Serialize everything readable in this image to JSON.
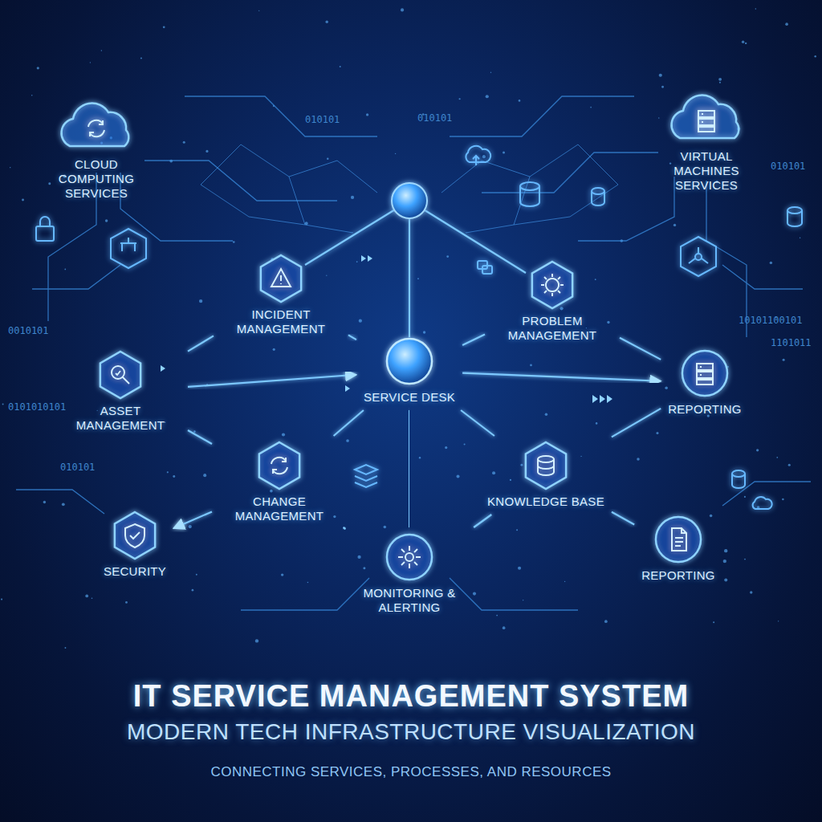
{
  "diagram": {
    "title": "IT SERVICE MANAGEMENT SYSTEM",
    "nodes": [
      {
        "text": [
          "CLOUD COMPUTING SERVICES"
        ]
      },
      {
        "text": [
          "VIRTUAL MACHINES SERVICES"
        ]
      },
      {
        "text": [
          "INCIDENT MANAGEMENT"
        ]
      },
      {
        "text": [
          "PROBLEM MANAGEMENT"
        ]
      },
      {
        "text": [
          "ASSET MANAGEMENT"
        ]
      },
      {
        "text": [
          "SERVICE DESK"
        ]
      },
      {
        "text": [
          "REPORTING"
        ]
      },
      {
        "text": [
          "CHANGE MANAGEMENT"
        ]
      },
      {
        "text": [
          "KNOWLEDGE BASE"
        ]
      },
      {
        "text": [
          "SECURITY"
        ]
      },
      {
        "text": [
          "MONITORING & ALERTING"
        ]
      },
      {
        "text": [
          "REPORTING"
        ]
      }
    ],
    "edges": [
      {
        "from": 4,
        "to": 2,
        "arrow": "none"
      },
      {
        "from": 2,
        "to": 5,
        "arrow": "none"
      },
      {
        "from": 5,
        "to": 3,
        "arrow": "none"
      },
      {
        "from": 3,
        "to": 6,
        "arrow": "none"
      },
      {
        "from": 4,
        "to": 7,
        "arrow": "none"
      },
      {
        "from": 7,
        "to": 10,
        "arrow": "none"
      },
      {
        "from": 10,
        "to": 8,
        "arrow": "none"
      },
      {
        "from": 8,
        "to": 6,
        "arrow": "none"
      },
      {
        "from": 4,
        "to": 5,
        "arrow": "to"
      },
      {
        "from": 5,
        "to": 6,
        "arrow": "to"
      },
      {
        "from": 5,
        "to": 7,
        "arrow": "none"
      },
      {
        "from": 5,
        "to": 8,
        "arrow": "none"
      },
      {
        "from": 5,
        "to": 10,
        "arrow": "none"
      },
      {
        "from": 7,
        "to": 9,
        "arrow": "to"
      },
      {
        "from": 8,
        "to": 11,
        "arrow": "none"
      }
    ],
    "labels": [
      "MODERN TECH INFRASTRUCTURE VISUALIZATION",
      "CONNECTING SERVICES, PROCESSES, AND RESOURCES",
      "010101",
      "010101",
      "010101",
      "0010101",
      "0101010101",
      "010101",
      "1101011",
      "10101100101"
    ]
  }
}
